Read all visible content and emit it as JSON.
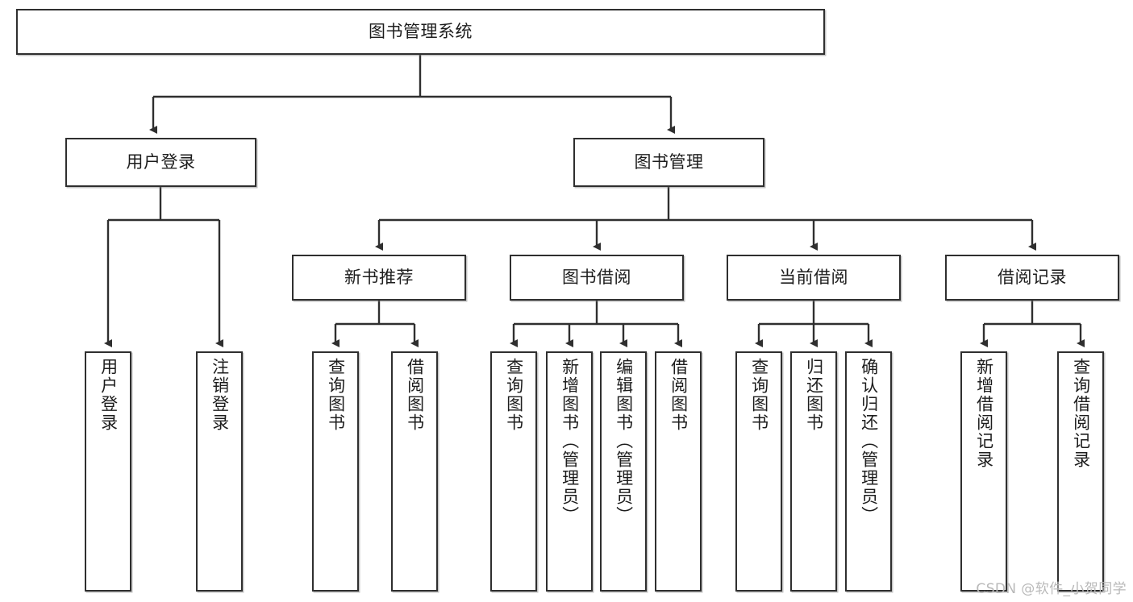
{
  "diagram": {
    "title_node": {
      "label": "图书管理系统"
    },
    "level2": [
      {
        "id": "user-login",
        "label": "用户登录"
      },
      {
        "id": "book-management",
        "label": "图书管理"
      }
    ],
    "level3": [
      {
        "id": "new-book-recommend",
        "label": "新书推荐"
      },
      {
        "id": "book-borrow",
        "label": "图书借阅"
      },
      {
        "id": "current-borrow",
        "label": "当前借阅"
      },
      {
        "id": "borrow-record",
        "label": "借阅记录"
      }
    ],
    "leaves": {
      "user_login": [
        {
          "id": "leaf-user-login",
          "label": "用户登录"
        },
        {
          "id": "leaf-logout-login",
          "label": "注销登录"
        }
      ],
      "new_book_recommend": [
        {
          "id": "leaf-query-book-1",
          "label": "查询图书"
        },
        {
          "id": "leaf-borrow-book-1",
          "label": "借阅图书"
        }
      ],
      "book_borrow": [
        {
          "id": "leaf-query-book-2",
          "label": "查询图书"
        },
        {
          "id": "leaf-add-book",
          "label": "新增图书（管理员）"
        },
        {
          "id": "leaf-edit-book",
          "label": "编辑图书（管理员）"
        },
        {
          "id": "leaf-borrow-book-2",
          "label": "借阅图书"
        }
      ],
      "current_borrow": [
        {
          "id": "leaf-query-book-3",
          "label": "查询图书"
        },
        {
          "id": "leaf-return-book",
          "label": "归还图书"
        },
        {
          "id": "leaf-confirm-return",
          "label": "确认归还（管理员）"
        }
      ],
      "borrow_record": [
        {
          "id": "leaf-add-record",
          "label": "新增借阅记录"
        },
        {
          "id": "leaf-query-record",
          "label": "查询借阅记录"
        }
      ]
    }
  },
  "watermark": {
    "text": "CSDN @软件_小贺同学"
  },
  "colors": {
    "stroke": "#2f2f2f",
    "fill": "#ffffff",
    "text": "#1d1d1d",
    "watermark": "#b9b9b9"
  }
}
